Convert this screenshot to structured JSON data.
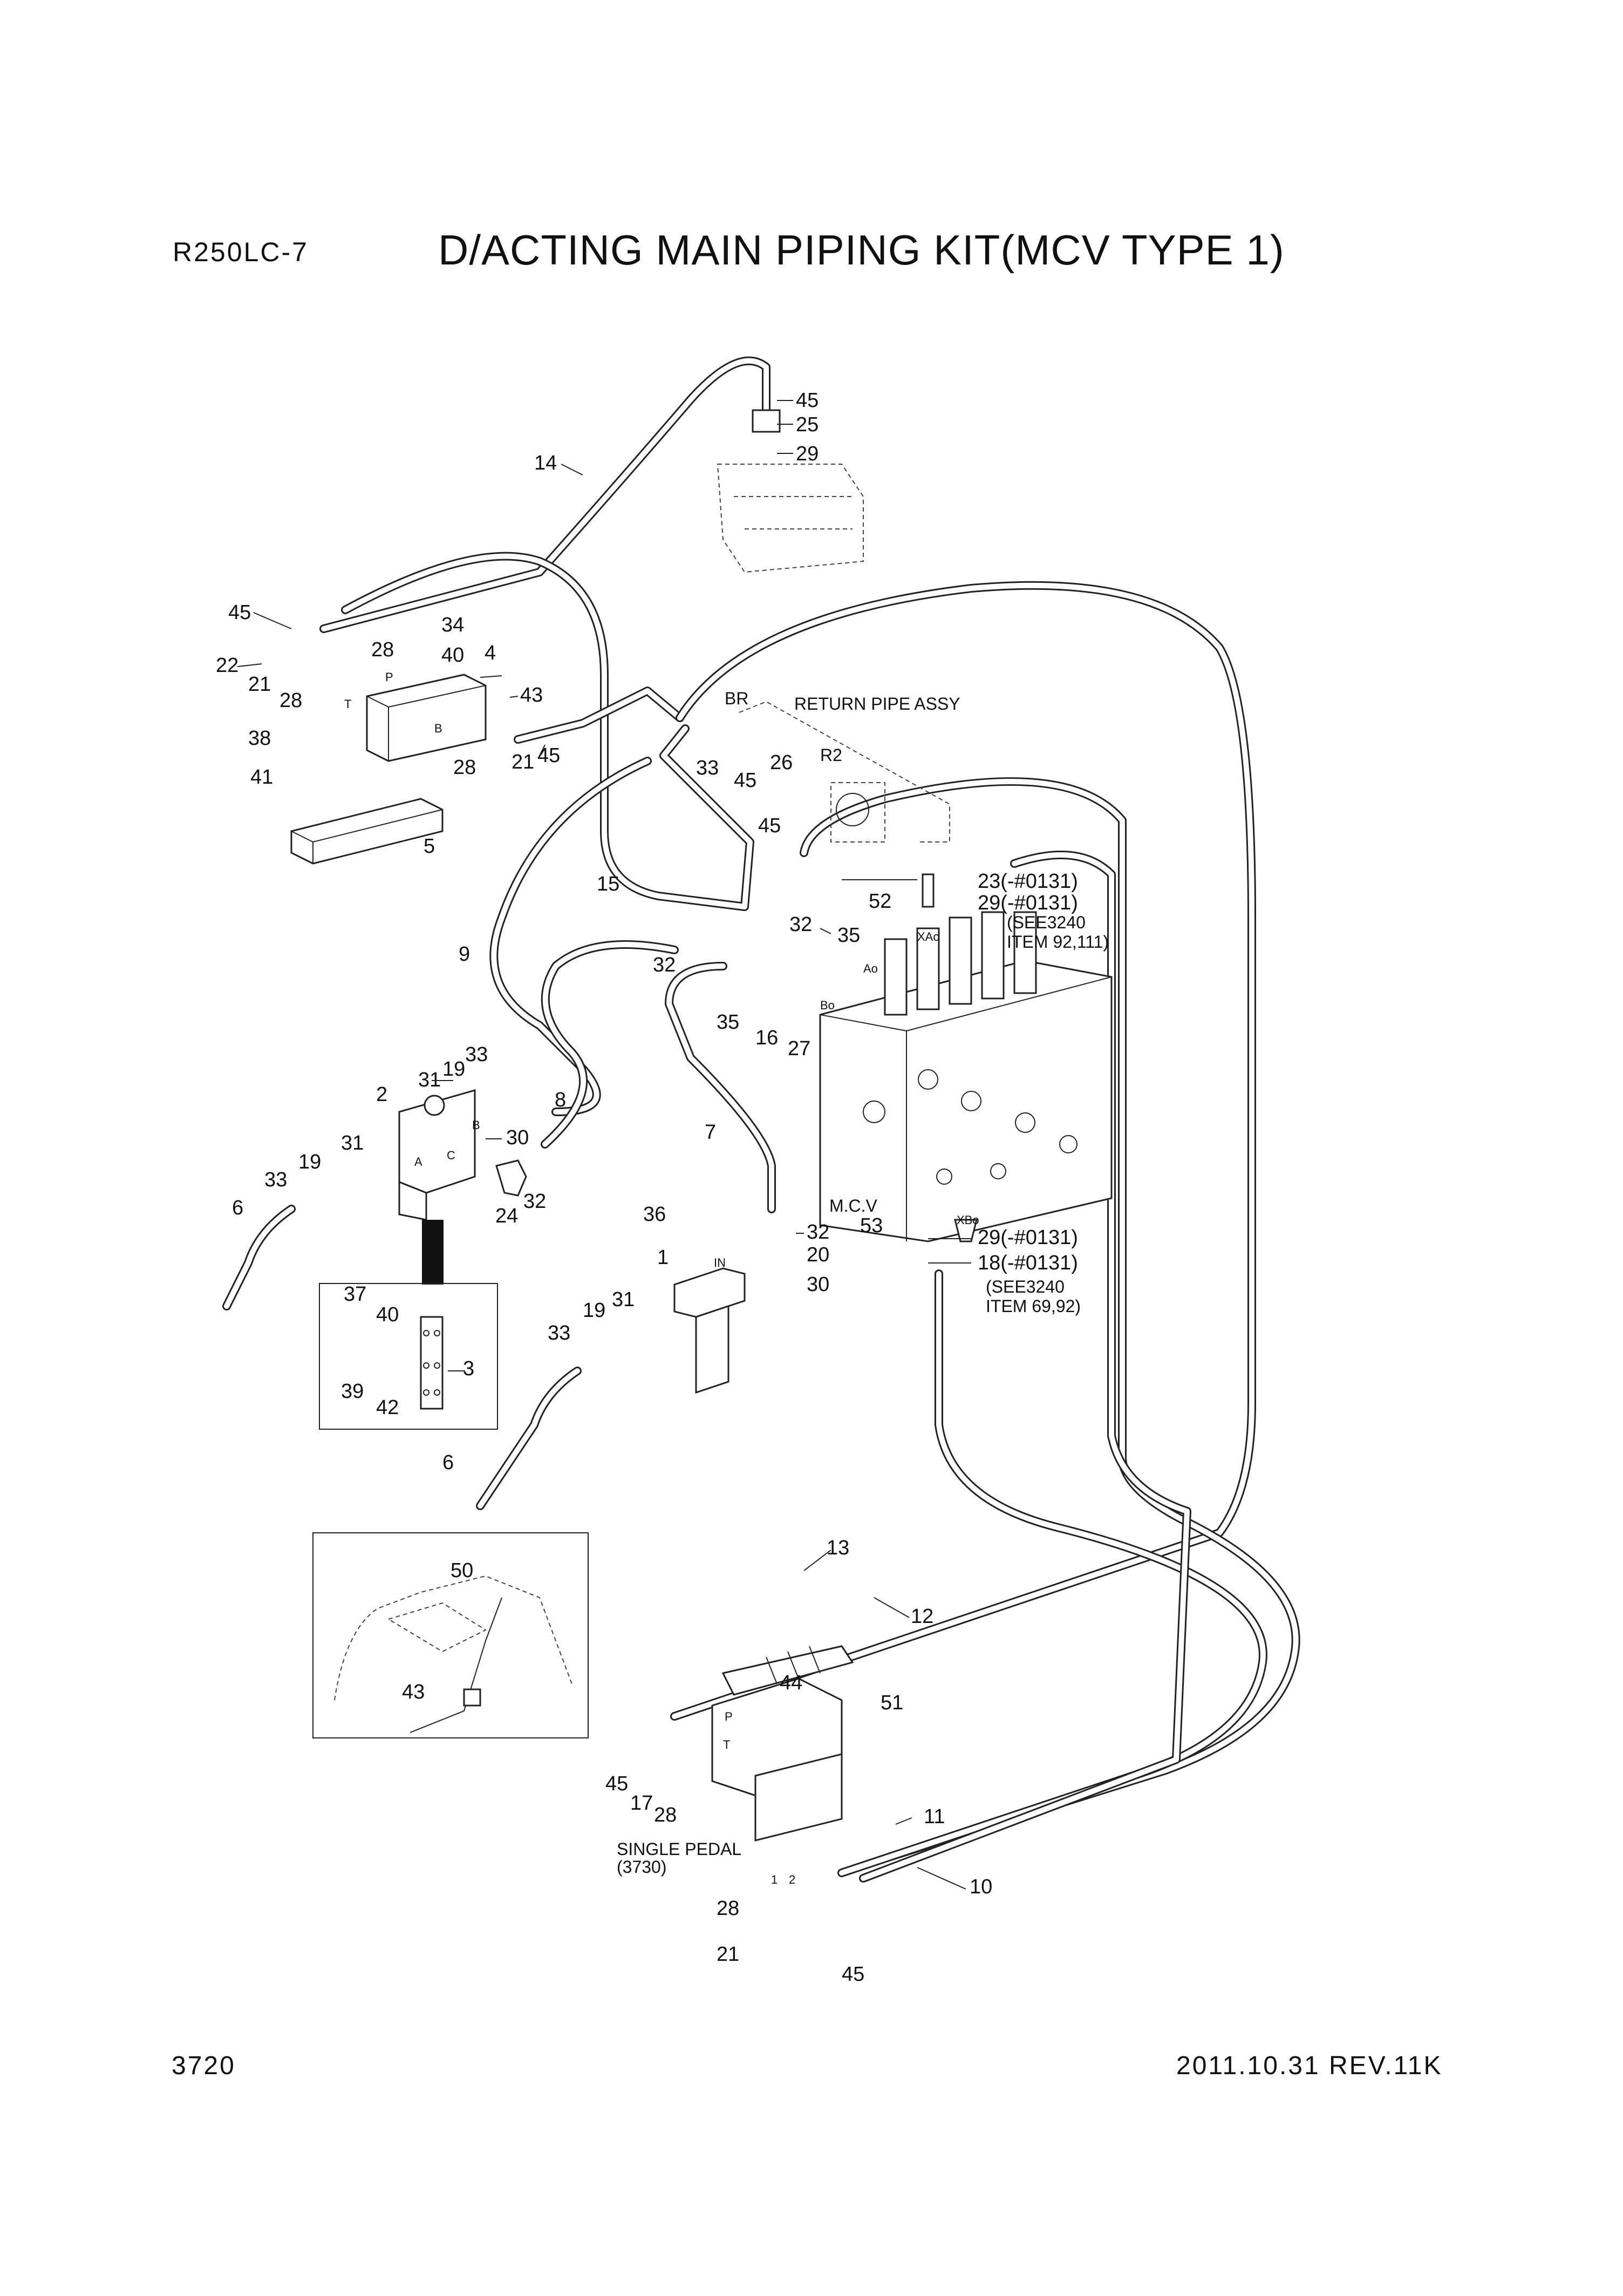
{
  "header": {
    "model": "R250LC-7",
    "title": "D/ACTING MAIN PIPING KIT(MCV TYPE 1)"
  },
  "footer": {
    "page_number": "3720",
    "date_rev": "2011.10.31  REV.11K"
  },
  "annotations": {
    "return_pipe": "RETURN PIPE ASSY",
    "br": "BR",
    "r2": "R2",
    "mcv": "M.C.V",
    "xao": "XAo",
    "xbo": "XBo",
    "ao": "Ao",
    "bo": "Bo",
    "port_p": "P",
    "port_t": "T",
    "port_b": "B",
    "port_a": "A",
    "port_c": "C",
    "port_in": "IN",
    "port_1": "1",
    "port_2": "2",
    "single_pedal": "SINGLE PEDAL",
    "single_pedal_ref": "(3730)",
    "see_top_1": "(SEE3240",
    "see_top_2": "ITEM 92,111)",
    "see_bot_1": "(SEE3240",
    "see_bot_2": "ITEM 69,92)",
    "note_23": "23(-#0131)",
    "note_29a": "29(-#0131)",
    "note_29b": "29(-#0131)",
    "note_18": "18(-#0131)"
  },
  "callouts": {
    "c45a": "45",
    "c25": "25",
    "c29": "29",
    "c14": "14",
    "c45b": "45",
    "c34": "34",
    "c40a": "40",
    "c4": "4",
    "c22": "22",
    "c21a": "21",
    "c28a": "28",
    "c28b": "28",
    "c43a": "43",
    "c38": "38",
    "c28c": "28",
    "c21b": "21",
    "c45c": "45",
    "c41": "41",
    "c5": "5",
    "c33a": "33",
    "c26": "26",
    "c45d": "45",
    "c45e": "45",
    "c15": "15",
    "c52": "52",
    "c9": "9",
    "c32a": "32",
    "c35a": "35",
    "c32b": "32",
    "c35b": "35",
    "c16": "16",
    "c27": "27",
    "c33b": "33",
    "c19a": "19",
    "c31a": "31",
    "c2": "2",
    "c8": "8",
    "c31b": "31",
    "c30a": "30",
    "c19b": "19",
    "c33c": "33",
    "c6a": "6",
    "c24": "24",
    "c32c": "32",
    "c7": "7",
    "c36": "36",
    "c32d": "32",
    "c53": "53",
    "c20": "20",
    "c1": "1",
    "c30b": "30",
    "c37": "37",
    "c40b": "40",
    "c19c": "19",
    "c31c": "31",
    "c33d": "33",
    "c3": "3",
    "c39": "39",
    "c42": "42",
    "c6b": "6",
    "c13": "13",
    "c50": "50",
    "c12": "12",
    "c43b": "43",
    "c44": "44",
    "c51": "51",
    "c45f": "45",
    "c17": "17",
    "c28d": "28",
    "c11": "11",
    "c10": "10",
    "c28e": "28",
    "c21c": "21",
    "c45g": "45"
  }
}
